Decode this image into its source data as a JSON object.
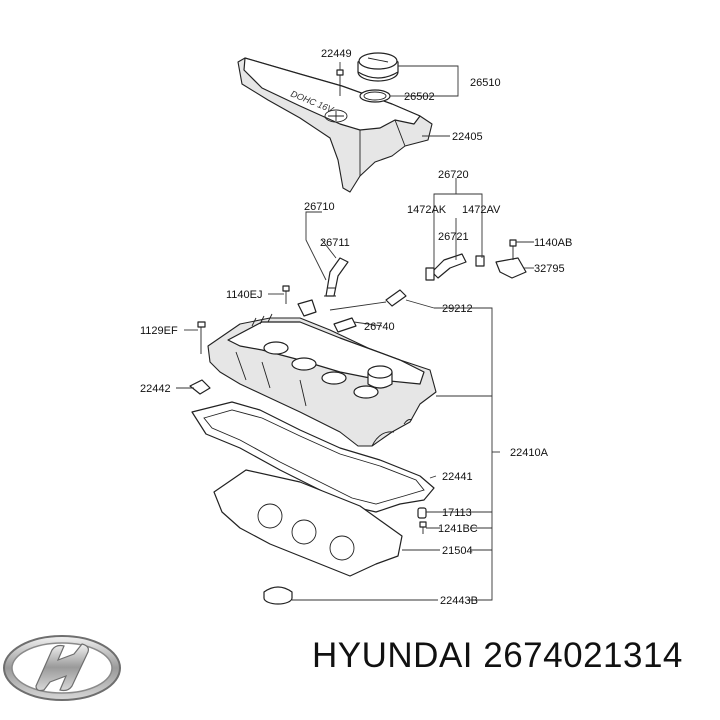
{
  "callouts": {
    "c22449": "22449",
    "c26510": "26510",
    "c26502": "26502",
    "c22405": "22405",
    "c26720": "26720",
    "c1472AK": "1472AK",
    "c1472AV": "1472AV",
    "c26710": "26710",
    "c26711": "26711",
    "c26721": "26721",
    "c1140AB": "1140AB",
    "c32795": "32795",
    "c1140EJ": "1140EJ",
    "c29212": "29212",
    "c1129EF": "1129EF",
    "c26740": "26740",
    "c22442": "22442",
    "c22410A": "22410A",
    "c22441": "22441",
    "c17113": "17113",
    "c1241BC": "1241BC",
    "c21504": "21504",
    "c22443B": "22443B"
  },
  "cover_text": "DOHC 16V",
  "footer": {
    "brand_logo": "hyundai-logo",
    "caption": "HYUNDAI 2674021314"
  }
}
